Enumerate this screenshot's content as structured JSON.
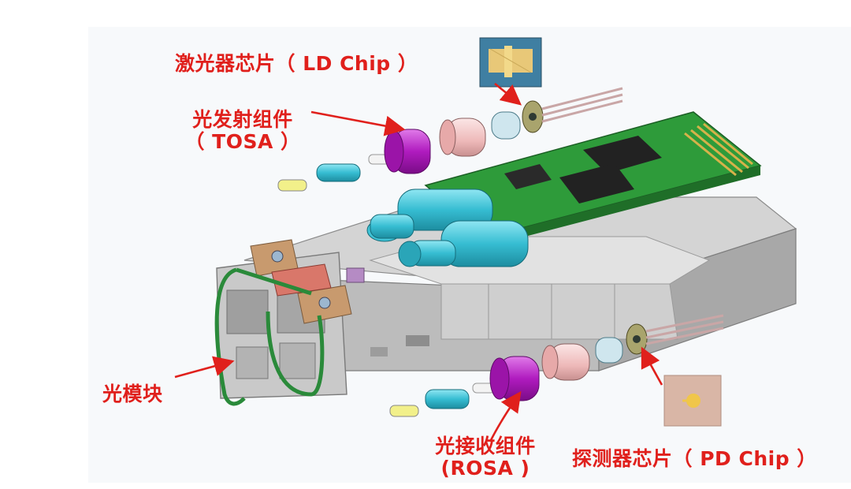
{
  "labels": {
    "ld_chip": "激光器芯片（ LD Chip ）",
    "tosa_line1": "光发射组件",
    "tosa_line2": "（ TOSA ）",
    "module": "光模块",
    "rosa_line1": "光接收组件",
    "rosa_line2": "(ROSA )",
    "pd_chip": "探测器芯片（ PD Chip ）"
  },
  "colors": {
    "label_red": "#e0201c",
    "pcb_green": "#2e9b3a",
    "lens_cyan": "#3fc3d6",
    "sleeve_magenta": "#b21cc0",
    "housing_gray": "#bdbdbd",
    "insert_pink": "#f0c8c8",
    "latch_copper": "#c89a6e"
  },
  "icons": [
    "ld-chip-photo",
    "pd-chip-photo",
    "to-can-header",
    "pcb-chip"
  ]
}
